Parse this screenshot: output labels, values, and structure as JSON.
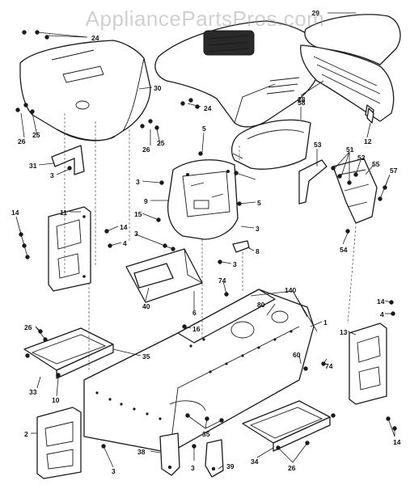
{
  "watermark": "AppliancePartsPros.com",
  "colors": {
    "line": "#1a1a1a",
    "background": "#ffffff",
    "watermark": "#969696"
  },
  "callouts": [
    {
      "id": "c29",
      "label": "29"
    },
    {
      "id": "c24a",
      "label": "24"
    },
    {
      "id": "c30",
      "label": "30"
    },
    {
      "id": "c28",
      "label": "28"
    },
    {
      "id": "c24b",
      "label": "24"
    },
    {
      "id": "c26a",
      "label": "26"
    },
    {
      "id": "c25a",
      "label": "25"
    },
    {
      "id": "c26b",
      "label": "26"
    },
    {
      "id": "c25b",
      "label": "25"
    },
    {
      "id": "c12",
      "label": "12"
    },
    {
      "id": "c58",
      "label": "58"
    },
    {
      "id": "c5a",
      "label": "5"
    },
    {
      "id": "c31",
      "label": "31"
    },
    {
      "id": "c3a",
      "label": "3"
    },
    {
      "id": "c3b",
      "label": "3"
    },
    {
      "id": "c53",
      "label": "53"
    },
    {
      "id": "c51",
      "label": "51"
    },
    {
      "id": "c52",
      "label": "52"
    },
    {
      "id": "c55",
      "label": "55"
    },
    {
      "id": "c57",
      "label": "57"
    },
    {
      "id": "c5b",
      "label": "5"
    },
    {
      "id": "c9",
      "label": "9"
    },
    {
      "id": "c11",
      "label": "11"
    },
    {
      "id": "c14a",
      "label": "14"
    },
    {
      "id": "c15",
      "label": "15"
    },
    {
      "id": "c14b",
      "label": "14"
    },
    {
      "id": "c3c",
      "label": "3"
    },
    {
      "id": "c4a",
      "label": "4"
    },
    {
      "id": "c54",
      "label": "54"
    },
    {
      "id": "c3d",
      "label": "3"
    },
    {
      "id": "c8",
      "label": "8"
    },
    {
      "id": "c3e",
      "label": "3"
    },
    {
      "id": "c74a",
      "label": "74"
    },
    {
      "id": "c140",
      "label": "140"
    },
    {
      "id": "c40",
      "label": "40"
    },
    {
      "id": "c6",
      "label": "6"
    },
    {
      "id": "c80",
      "label": "80"
    },
    {
      "id": "c1",
      "label": "1"
    },
    {
      "id": "c14c",
      "label": "14"
    },
    {
      "id": "c4b",
      "label": "4"
    },
    {
      "id": "c26c",
      "label": "26"
    },
    {
      "id": "c16",
      "label": "16"
    },
    {
      "id": "c13",
      "label": "13"
    },
    {
      "id": "c35a",
      "label": "35"
    },
    {
      "id": "c60",
      "label": "60"
    },
    {
      "id": "c74b",
      "label": "74"
    },
    {
      "id": "c33",
      "label": "33"
    },
    {
      "id": "c10",
      "label": "10"
    },
    {
      "id": "c2",
      "label": "2"
    },
    {
      "id": "c35b",
      "label": "35"
    },
    {
      "id": "c14d",
      "label": "14"
    },
    {
      "id": "c38",
      "label": "38"
    },
    {
      "id": "c3f",
      "label": "3"
    },
    {
      "id": "c39",
      "label": "39"
    },
    {
      "id": "c34",
      "label": "34"
    },
    {
      "id": "c26d",
      "label": "26"
    },
    {
      "id": "c3g",
      "label": "3"
    }
  ]
}
